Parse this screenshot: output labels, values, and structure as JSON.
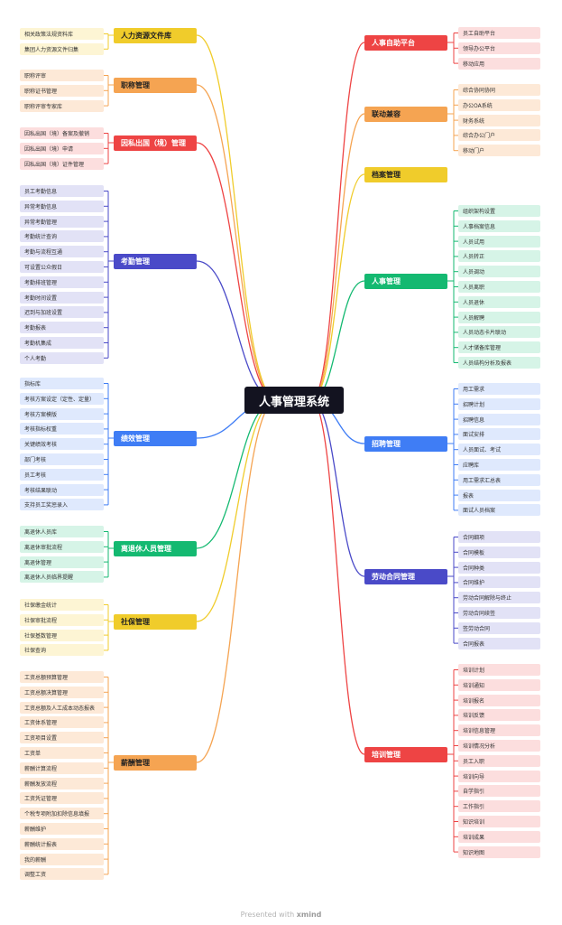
{
  "title": "人事管理系统",
  "footer": {
    "presented": "Presented with",
    "brand": "xmind"
  },
  "colors": {
    "yellow": {
      "branch": "#f0cc2b",
      "leaf": "#fdf5d4",
      "line": "#f0cc2b",
      "text": "#222"
    },
    "orange": {
      "branch": "#f5a452",
      "leaf": "#fde9d7",
      "line": "#f5a452",
      "text": "#222"
    },
    "red": {
      "branch": "#ee4444",
      "leaf": "#fcdede",
      "line": "#ee4444",
      "text": "#fff"
    },
    "indigo": {
      "branch": "#4a4ac8",
      "leaf": "#e2e2f6",
      "line": "#4a4ac8",
      "text": "#fff"
    },
    "blue": {
      "branch": "#3f7df5",
      "leaf": "#dfe9fd",
      "line": "#3f7df5",
      "text": "#fff"
    },
    "green": {
      "branch": "#14b971",
      "leaf": "#d6f4e7",
      "line": "#14b971",
      "text": "#fff"
    }
  },
  "left_branches": [
    {
      "label": "人力资源文件库",
      "color": "yellow",
      "items": [
        "相关政策法规资料库",
        "集团人力资源文件归集"
      ]
    },
    {
      "label": "职称管理",
      "color": "orange",
      "items": [
        "职称评审",
        "职称证书管理",
        "职称评审专家库"
      ]
    },
    {
      "label": "因私出国（境）管理",
      "color": "red",
      "items": [
        "因私出国（境）备案及撤销",
        "因私出国（境）申请",
        "因私出国（境）证件管理"
      ]
    },
    {
      "label": "考勤管理",
      "color": "indigo",
      "items": [
        "员工考勤信息",
        "异常考勤信息",
        "异常考勤管理",
        "考勤统计查询",
        "考勤与流程互通",
        "可设置公众假日",
        "考勤排班管理",
        "考勤时间设置",
        "迟到与加班设置",
        "考勤报表",
        "考勤机集成",
        "个人考勤"
      ]
    },
    {
      "label": "绩效管理",
      "color": "blue",
      "items": [
        "指标库",
        "考核方案设定（定性、定量）",
        "考核方案模版",
        "考核指标权重",
        "关键绩效考核",
        "部门考核",
        "员工考核",
        "考核结果联动",
        "支持员工奖惩录入"
      ]
    },
    {
      "label": "离退休人员管理",
      "color": "green",
      "items": [
        "离退休人员库",
        "离退休审批流程",
        "离退休管理",
        "离退休人员临界提醒"
      ]
    },
    {
      "label": "社保管理",
      "color": "yellow",
      "items": [
        "社保缴金统计",
        "社保审批流程",
        "社保基数管理",
        "社保查询"
      ]
    },
    {
      "label": "薪酬管理",
      "color": "orange",
      "items": [
        "工资总额预算管理",
        "工资总额决算管理",
        "工资总额及人工成本动态报表",
        "工资体系管理",
        "工资项目设置",
        "工资单",
        "薪酬计算流程",
        "薪酬发放流程",
        "工资凭证管理",
        "个税专项附加扣除信息填报",
        "薪酬维护",
        "薪酬统计报表",
        "我的薪酬",
        "调整工资"
      ]
    }
  ],
  "right_branches": [
    {
      "label": "人事自助平台",
      "color": "red",
      "items": [
        "员工自助平台",
        "领导办公平台",
        "移动应用"
      ]
    },
    {
      "label": "联动兼容",
      "color": "orange",
      "items": [
        "综合协同协同",
        "办公OA系统",
        "财务系统",
        "综合办公门户",
        "移动门户"
      ]
    },
    {
      "label": "档案管理",
      "color": "yellow",
      "items": []
    },
    {
      "label": "人事管理",
      "color": "green",
      "items": [
        "组织架构设置",
        "人事档案信息",
        "人员试用",
        "人员转正",
        "人员调动",
        "人员离职",
        "人员退休",
        "人员解聘",
        "人员动态卡片联动",
        "人才储备库管理",
        "人员结构分析及报表"
      ]
    },
    {
      "label": "招聘管理",
      "color": "blue",
      "items": [
        "用工需求",
        "招聘计划",
        "招聘信息",
        "面试安排",
        "人员面试、考试",
        "应聘库",
        "用工需求汇总表",
        "报表",
        "面试人员档案"
      ]
    },
    {
      "label": "劳动合同管理",
      "color": "indigo",
      "items": [
        "合同细项",
        "合同模板",
        "合同种类",
        "合同维护",
        "劳动合同解除与终止",
        "劳动合同续签",
        "签劳动合同",
        "合同报表"
      ]
    },
    {
      "label": "培训管理",
      "color": "red",
      "items": [
        "培训计划",
        "培训通知",
        "培训报名",
        "培训反馈",
        "培训信息管理",
        "培训情况分析",
        "员工入职",
        "培训向导",
        "自学指引",
        "工作指引",
        "知识培训",
        "培训成果",
        "知识地图"
      ]
    }
  ]
}
